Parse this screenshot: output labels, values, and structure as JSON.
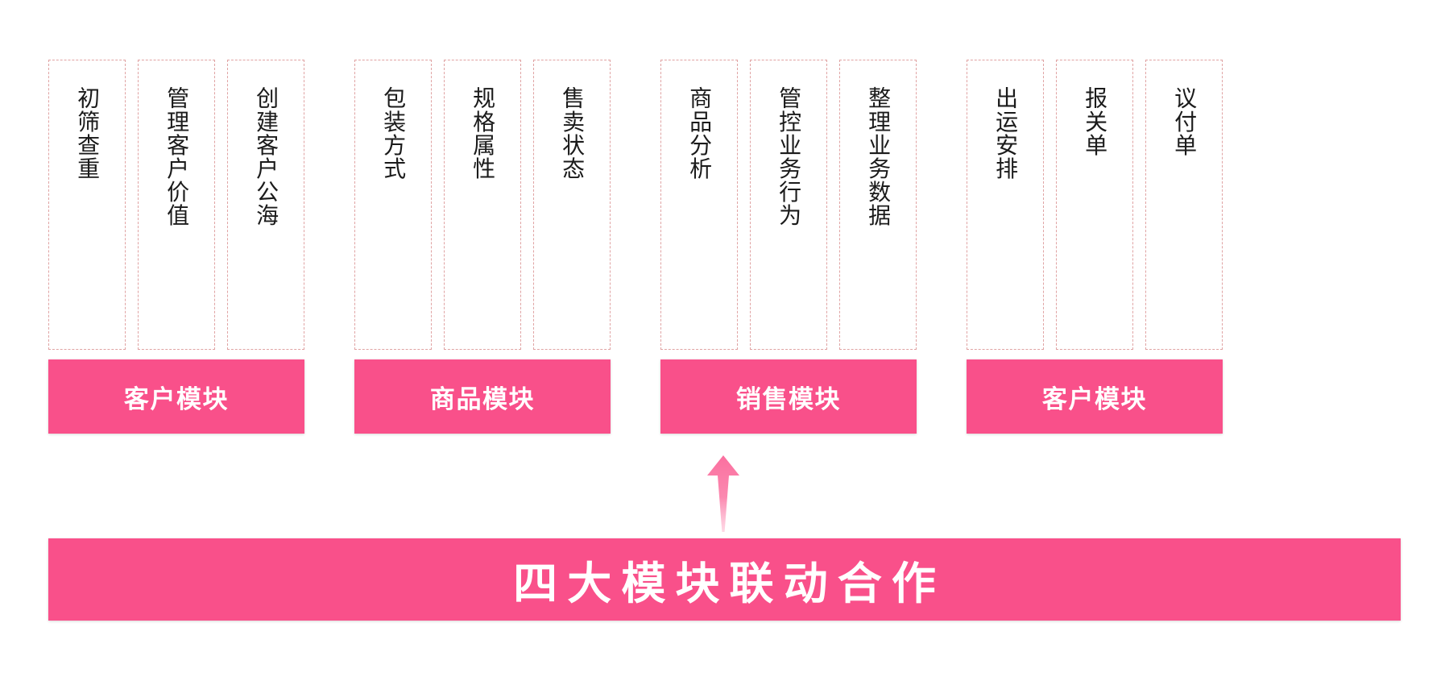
{
  "colors": {
    "accent_pink": "#f9508a",
    "dashed_border": "#e0a3a3",
    "text_dark": "#1b1b1b",
    "bar_text": "#ffffff",
    "background": "#ffffff"
  },
  "diagram": {
    "title": "四大模块联动合作",
    "groups": [
      {
        "module_label": "客户模块",
        "columns": [
          {
            "text": "初筛查重"
          },
          {
            "text": "管理客户价值"
          },
          {
            "text": "创建客户公海"
          }
        ]
      },
      {
        "module_label": "商品模块",
        "columns": [
          {
            "text": "包装方式"
          },
          {
            "text": "规格属性"
          },
          {
            "text": "售卖状态"
          }
        ]
      },
      {
        "module_label": "销售模块",
        "columns": [
          {
            "text": "商品分析"
          },
          {
            "text": "管控业务行为"
          },
          {
            "text": "整理业务数据"
          }
        ]
      },
      {
        "module_label": "客户模块",
        "columns": [
          {
            "text": "出运安排"
          },
          {
            "text": "报关单"
          },
          {
            "text": "议付单"
          }
        ]
      }
    ],
    "connector": {
      "icon": "arrow-up-icon",
      "direction": "up",
      "color": "#fb6f9f"
    }
  }
}
